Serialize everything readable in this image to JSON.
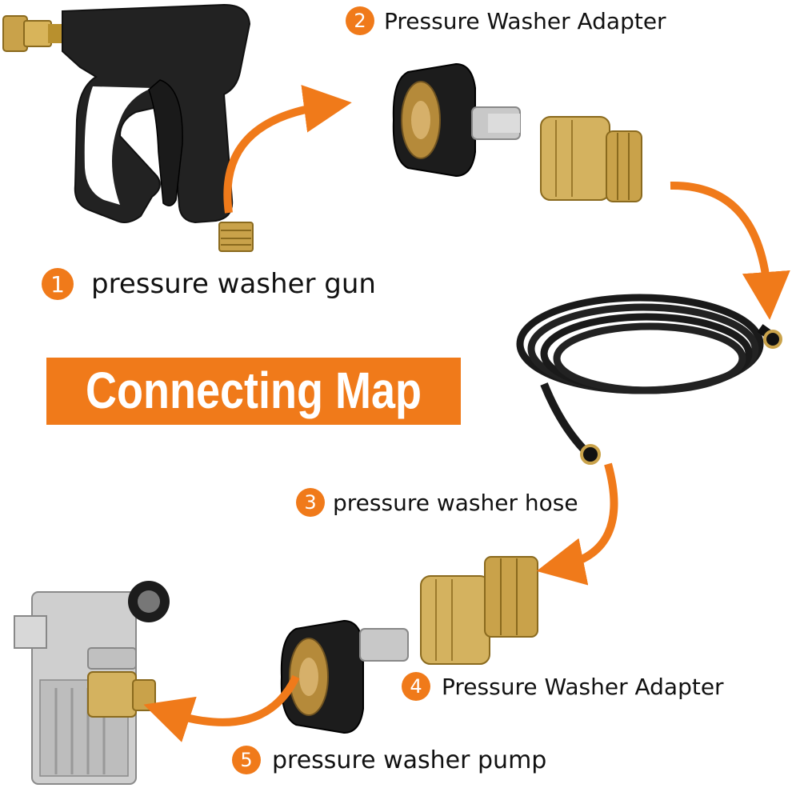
{
  "title": "Connecting Map",
  "accent_color": "#f07a1a",
  "steps": [
    {
      "number": "1",
      "label": "pressure washer gun"
    },
    {
      "number": "2",
      "label": "Pressure Washer Adapter"
    },
    {
      "number": "3",
      "label": "pressure washer hose"
    },
    {
      "number": "4",
      "label": "Pressure Washer Adapter"
    },
    {
      "number": "5",
      "label": "pressure washer pump"
    }
  ],
  "icons": [
    "spray-gun-icon",
    "adapter-icon",
    "hose-icon",
    "pump-icon",
    "arrow-icon"
  ]
}
